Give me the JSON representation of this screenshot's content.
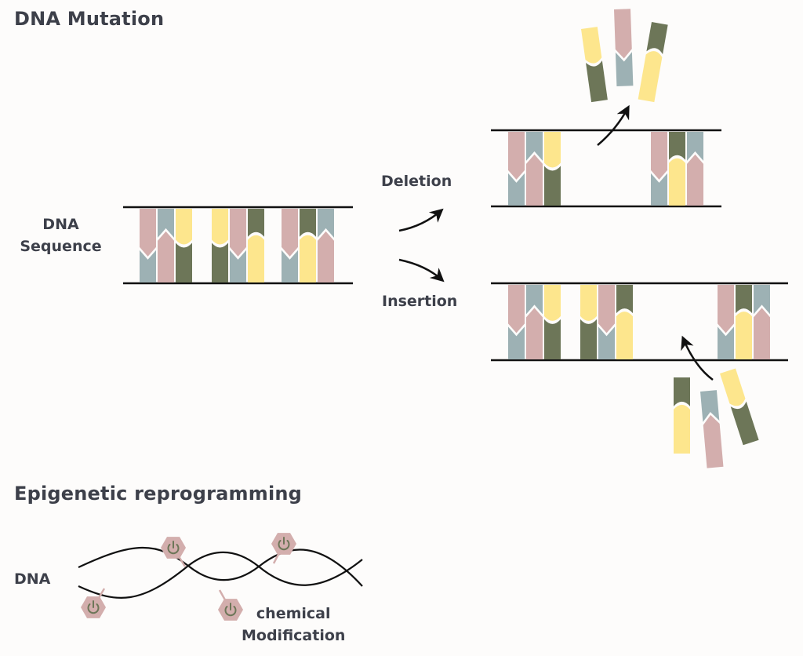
{
  "colors": {
    "pink": "#d3aead",
    "blue": "#9db1b4",
    "yellow": "#fde68d",
    "green": "#6d7658",
    "text": "#3d404a",
    "line": "#111111",
    "hexagon": "#d3aead",
    "power": "#6d7658",
    "background": "#fdfcfb"
  },
  "sections": {
    "mutation": {
      "title": "DNA Mutation",
      "dna_label_line1": "DNA",
      "dna_label_line2": "Sequence",
      "deletion_label": "Deletion",
      "insertion_label": "Insertion"
    },
    "epigenetic": {
      "title": "Epigenetic reprogramming",
      "dna_label": "DNA",
      "modification_line1": "chemical",
      "modification_line2": "Modification",
      "marker_icon": "power-icon",
      "marker_count": 4
    }
  },
  "sequences": {
    "original": [
      [
        "pink-blue-v",
        "blue-pink-peak",
        "yellow-green-cup"
      ],
      [
        "yellow-green-cup",
        "pink-blue-v",
        "green-yellow-dome"
      ],
      [
        "pink-blue-v",
        "green-yellow-dome",
        "blue-pink-peak"
      ]
    ],
    "deleted_fragments": [
      "yellow-green-cup",
      "pink-blue-v",
      "green-yellow-dome"
    ],
    "inserted_fragments": [
      "green-yellow-dome",
      "blue-pink-peak",
      "yellow-green-cup"
    ]
  }
}
